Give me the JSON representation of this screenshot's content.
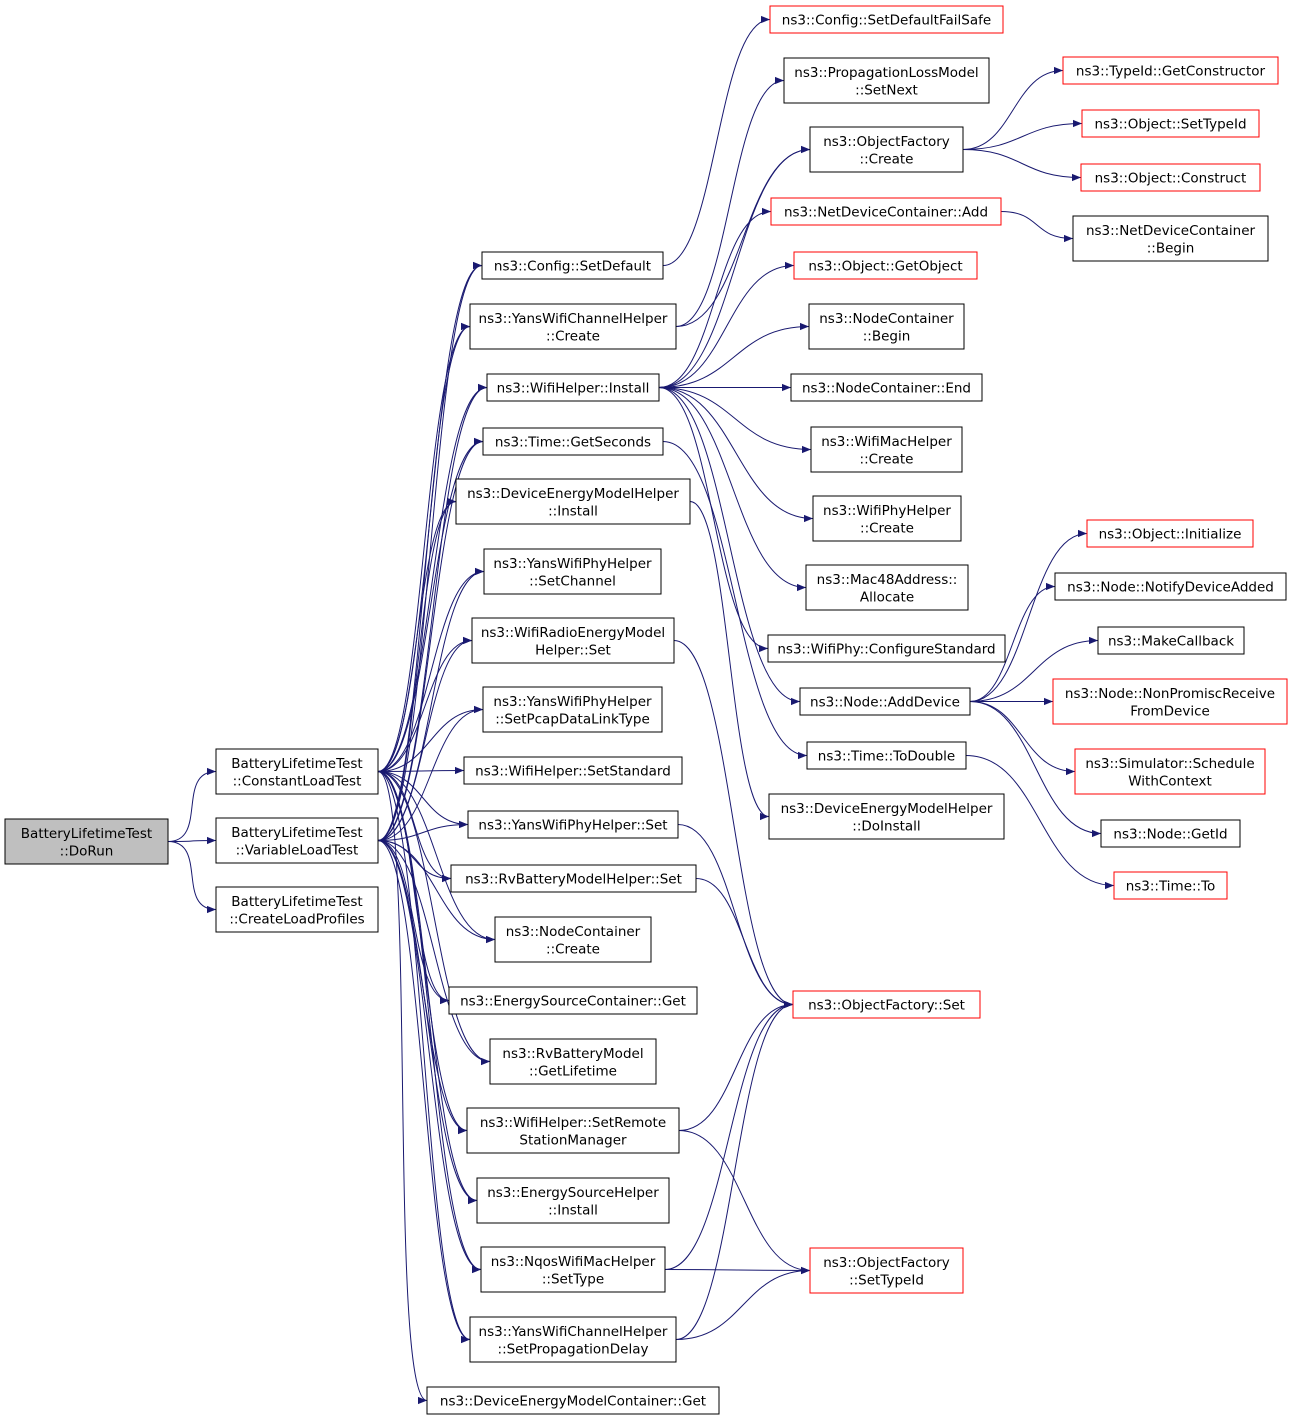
{
  "diagram": {
    "edge_color": "#191970",
    "external_node_border": "#ff0000",
    "root_fill": "#bfbfbf",
    "nodes": {
      "dorun": [
        "BatteryLifetimeTest",
        "::DoRun"
      ],
      "constantload": [
        "BatteryLifetimeTest",
        "::ConstantLoadTest"
      ],
      "variableload": [
        "BatteryLifetimeTest",
        "::VariableLoadTest"
      ],
      "createloadprofiles": [
        "BatteryLifetimeTest",
        "::CreateLoadProfiles"
      ],
      "config_setdefault": [
        "ns3::Config::SetDefault"
      ],
      "yanschannel_create": [
        "ns3::YansWifiChannelHelper",
        "::Create"
      ],
      "wifihelper_install": [
        "ns3::WifiHelper::Install"
      ],
      "time_getseconds": [
        "ns3::Time::GetSeconds"
      ],
      "demh_install": [
        "ns3::DeviceEnergyModelHelper",
        "::Install"
      ],
      "yansphy_setchannel": [
        "ns3::YansWifiPhyHelper",
        "::SetChannel"
      ],
      "wifiradio_set": [
        "ns3::WifiRadioEnergyModel",
        "Helper::Set"
      ],
      "yansphy_setpcap": [
        "ns3::YansWifiPhyHelper",
        "::SetPcapDataLinkType"
      ],
      "wifihelper_setstandard": [
        "ns3::WifiHelper::SetStandard"
      ],
      "yansphy_set": [
        "ns3::YansWifiPhyHelper::Set"
      ],
      "rvbattery_set": [
        "ns3::RvBatteryModelHelper::Set"
      ],
      "nodecontainer_create": [
        "ns3::NodeContainer",
        "::Create"
      ],
      "esc_get": [
        "ns3::EnergySourceContainer::Get"
      ],
      "rvbattery_getlifetime": [
        "ns3::RvBatteryModel",
        "::GetLifetime"
      ],
      "wifihelper_setremote": [
        "ns3::WifiHelper::SetRemote",
        "StationManager"
      ],
      "esh_install": [
        "ns3::EnergySourceHelper",
        "::Install"
      ],
      "nqos_settype": [
        "ns3::NqosWifiMacHelper",
        "::SetType"
      ],
      "yanschannel_setprop": [
        "ns3::YansWifiChannelHelper",
        "::SetPropagationDelay"
      ],
      "demc_get": [
        "ns3::DeviceEnergyModelContainer::Get"
      ],
      "config_setdefaultfailsafe": [
        "ns3::Config::SetDefaultFailSafe"
      ],
      "proploss_setnext": [
        "ns3::PropagationLossModel",
        "::SetNext"
      ],
      "objfactory_create": [
        "ns3::ObjectFactory",
        "::Create"
      ],
      "ndc_add": [
        "ns3::NetDeviceContainer::Add"
      ],
      "object_getobject": [
        "ns3::Object::GetObject"
      ],
      "nodecontainer_begin": [
        "ns3::NodeContainer",
        "::Begin"
      ],
      "nodecontainer_end": [
        "ns3::NodeContainer::End"
      ],
      "wifimac_create": [
        "ns3::WifiMacHelper",
        "::Create"
      ],
      "wifiphy_create": [
        "ns3::WifiPhyHelper",
        "::Create"
      ],
      "mac48_allocate": [
        "ns3::Mac48Address::",
        "Allocate"
      ],
      "wifiphy_configstd": [
        "ns3::WifiPhy::ConfigureStandard"
      ],
      "node_adddevice": [
        "ns3::Node::AddDevice"
      ],
      "time_todouble": [
        "ns3::Time::ToDouble"
      ],
      "demh_doinstall": [
        "ns3::DeviceEnergyModelHelper",
        "::DoInstall"
      ],
      "objfactory_set": [
        "ns3::ObjectFactory::Set"
      ],
      "objfactory_settypeid": [
        "ns3::ObjectFactory",
        "::SetTypeId"
      ],
      "typeid_getconstructor": [
        "ns3::TypeId::GetConstructor"
      ],
      "object_settypeid": [
        "ns3::Object::SetTypeId"
      ],
      "object_construct": [
        "ns3::Object::Construct"
      ],
      "ndc_begin": [
        "ns3::NetDeviceContainer",
        "::Begin"
      ],
      "object_initialize": [
        "ns3::Object::Initialize"
      ],
      "node_notifydeviceadded": [
        "ns3::Node::NotifyDeviceAdded"
      ],
      "makecallback": [
        "ns3::MakeCallback"
      ],
      "node_nonpromisc": [
        "ns3::Node::NonPromiscReceive",
        "FromDevice"
      ],
      "sim_schedulewithcontext": [
        "ns3::Simulator::Schedule",
        "WithContext"
      ],
      "node_getid": [
        "ns3::Node::GetId"
      ],
      "time_to": [
        "ns3::Time::To"
      ]
    }
  }
}
